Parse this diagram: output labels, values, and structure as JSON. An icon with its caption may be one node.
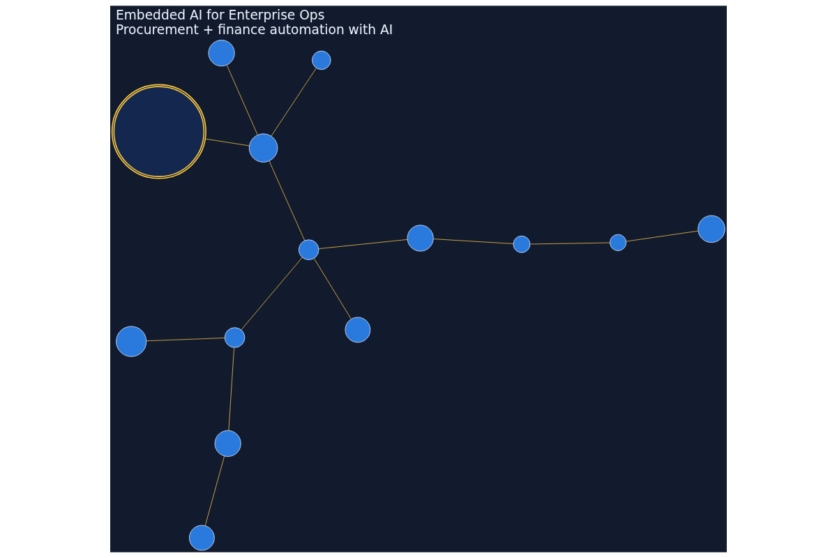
{
  "diagram": {
    "title": "Embedded AI for Enterprise Ops",
    "caption": "Procurement + finance automation with AI",
    "nodes": [
      {
        "text": [],
        "shape": "circle"
      },
      {
        "text": [],
        "shape": "circle"
      },
      {
        "text": [],
        "shape": "circle"
      },
      {
        "text": [],
        "shape": "circle"
      },
      {
        "text": [],
        "shape": "circle"
      },
      {
        "text": [],
        "shape": "circle"
      },
      {
        "text": [],
        "shape": "circle"
      },
      {
        "text": [],
        "shape": "circle"
      },
      {
        "text": [],
        "shape": "circle"
      },
      {
        "text": [],
        "shape": "circle"
      },
      {
        "text": [],
        "shape": "circle"
      },
      {
        "text": [],
        "shape": "circle"
      },
      {
        "text": [],
        "shape": "circle"
      },
      {
        "text": [],
        "shape": "circle"
      }
    ],
    "edges": [
      {
        "from": 0,
        "to": 6,
        "arrow": "none"
      },
      {
        "from": 1,
        "to": 11,
        "arrow": "none"
      },
      {
        "from": 3,
        "to": 4,
        "arrow": "none"
      },
      {
        "from": 3,
        "to": 7,
        "arrow": "none"
      },
      {
        "from": 8,
        "to": 2,
        "arrow": "none"
      },
      {
        "from": 8,
        "to": 6,
        "arrow": "none"
      },
      {
        "from": 10,
        "to": 6,
        "arrow": "none"
      },
      {
        "from": 10,
        "to": 9,
        "arrow": "none"
      },
      {
        "from": 9,
        "to": 7,
        "arrow": "none"
      },
      {
        "from": 10,
        "to": 11,
        "arrow": "none"
      },
      {
        "from": 5,
        "to": 11,
        "arrow": "none"
      },
      {
        "from": 10,
        "to": 12,
        "arrow": "none"
      },
      {
        "from": 13,
        "to": 11,
        "arrow": "none"
      }
    ]
  }
}
